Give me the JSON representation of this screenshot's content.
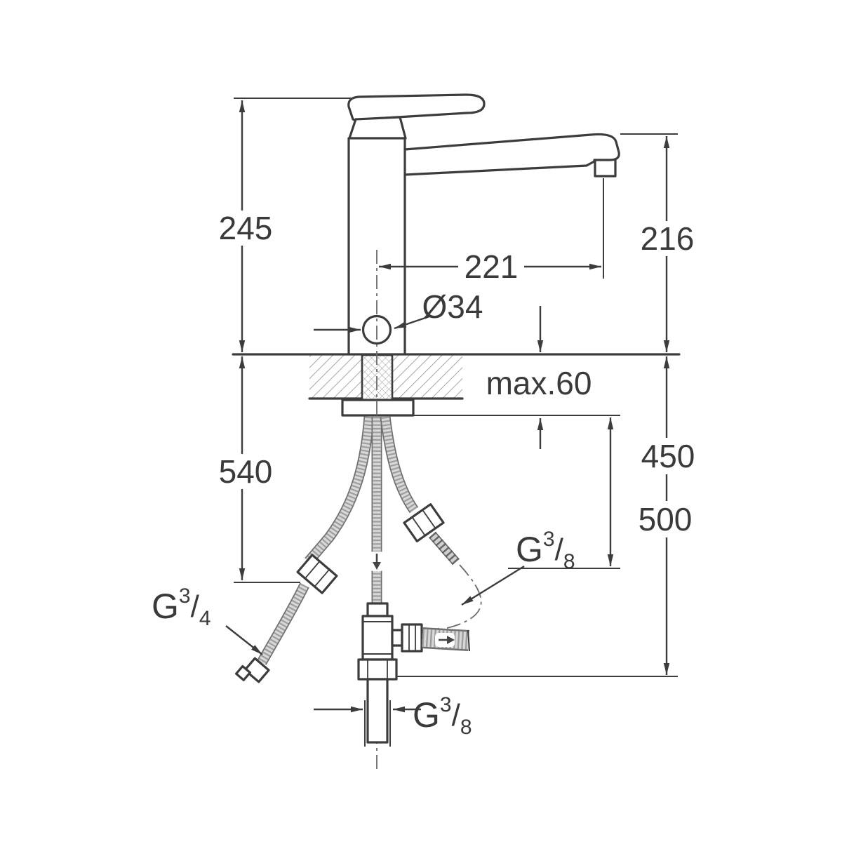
{
  "page": {
    "background": "#ffffff",
    "line_color": "#3c3c3c",
    "text_color": "#3a3a3a",
    "hatch_color": "#8f8f8f"
  },
  "diagram": {
    "type": "technical-drawing",
    "subject": "single-lever kitchen sink mixer tap installation dimensions with flexible supply hoses and tee connection",
    "labels": {
      "total_height": "245",
      "spout_height": "216",
      "spout_reach": "221",
      "body_diameter": "Ø34",
      "counter_max": "max.60",
      "left_depth": "540",
      "right_depth": "450",
      "bottom_depth": "500"
    },
    "threads": {
      "left": {
        "base": "G",
        "num": "3",
        "slash": "/",
        "den": "4"
      },
      "right": {
        "base": "G",
        "num": "3",
        "slash": "/",
        "den": "8"
      },
      "bottom": {
        "base": "G",
        "num": "3",
        "slash": "/",
        "den": "8"
      }
    }
  }
}
